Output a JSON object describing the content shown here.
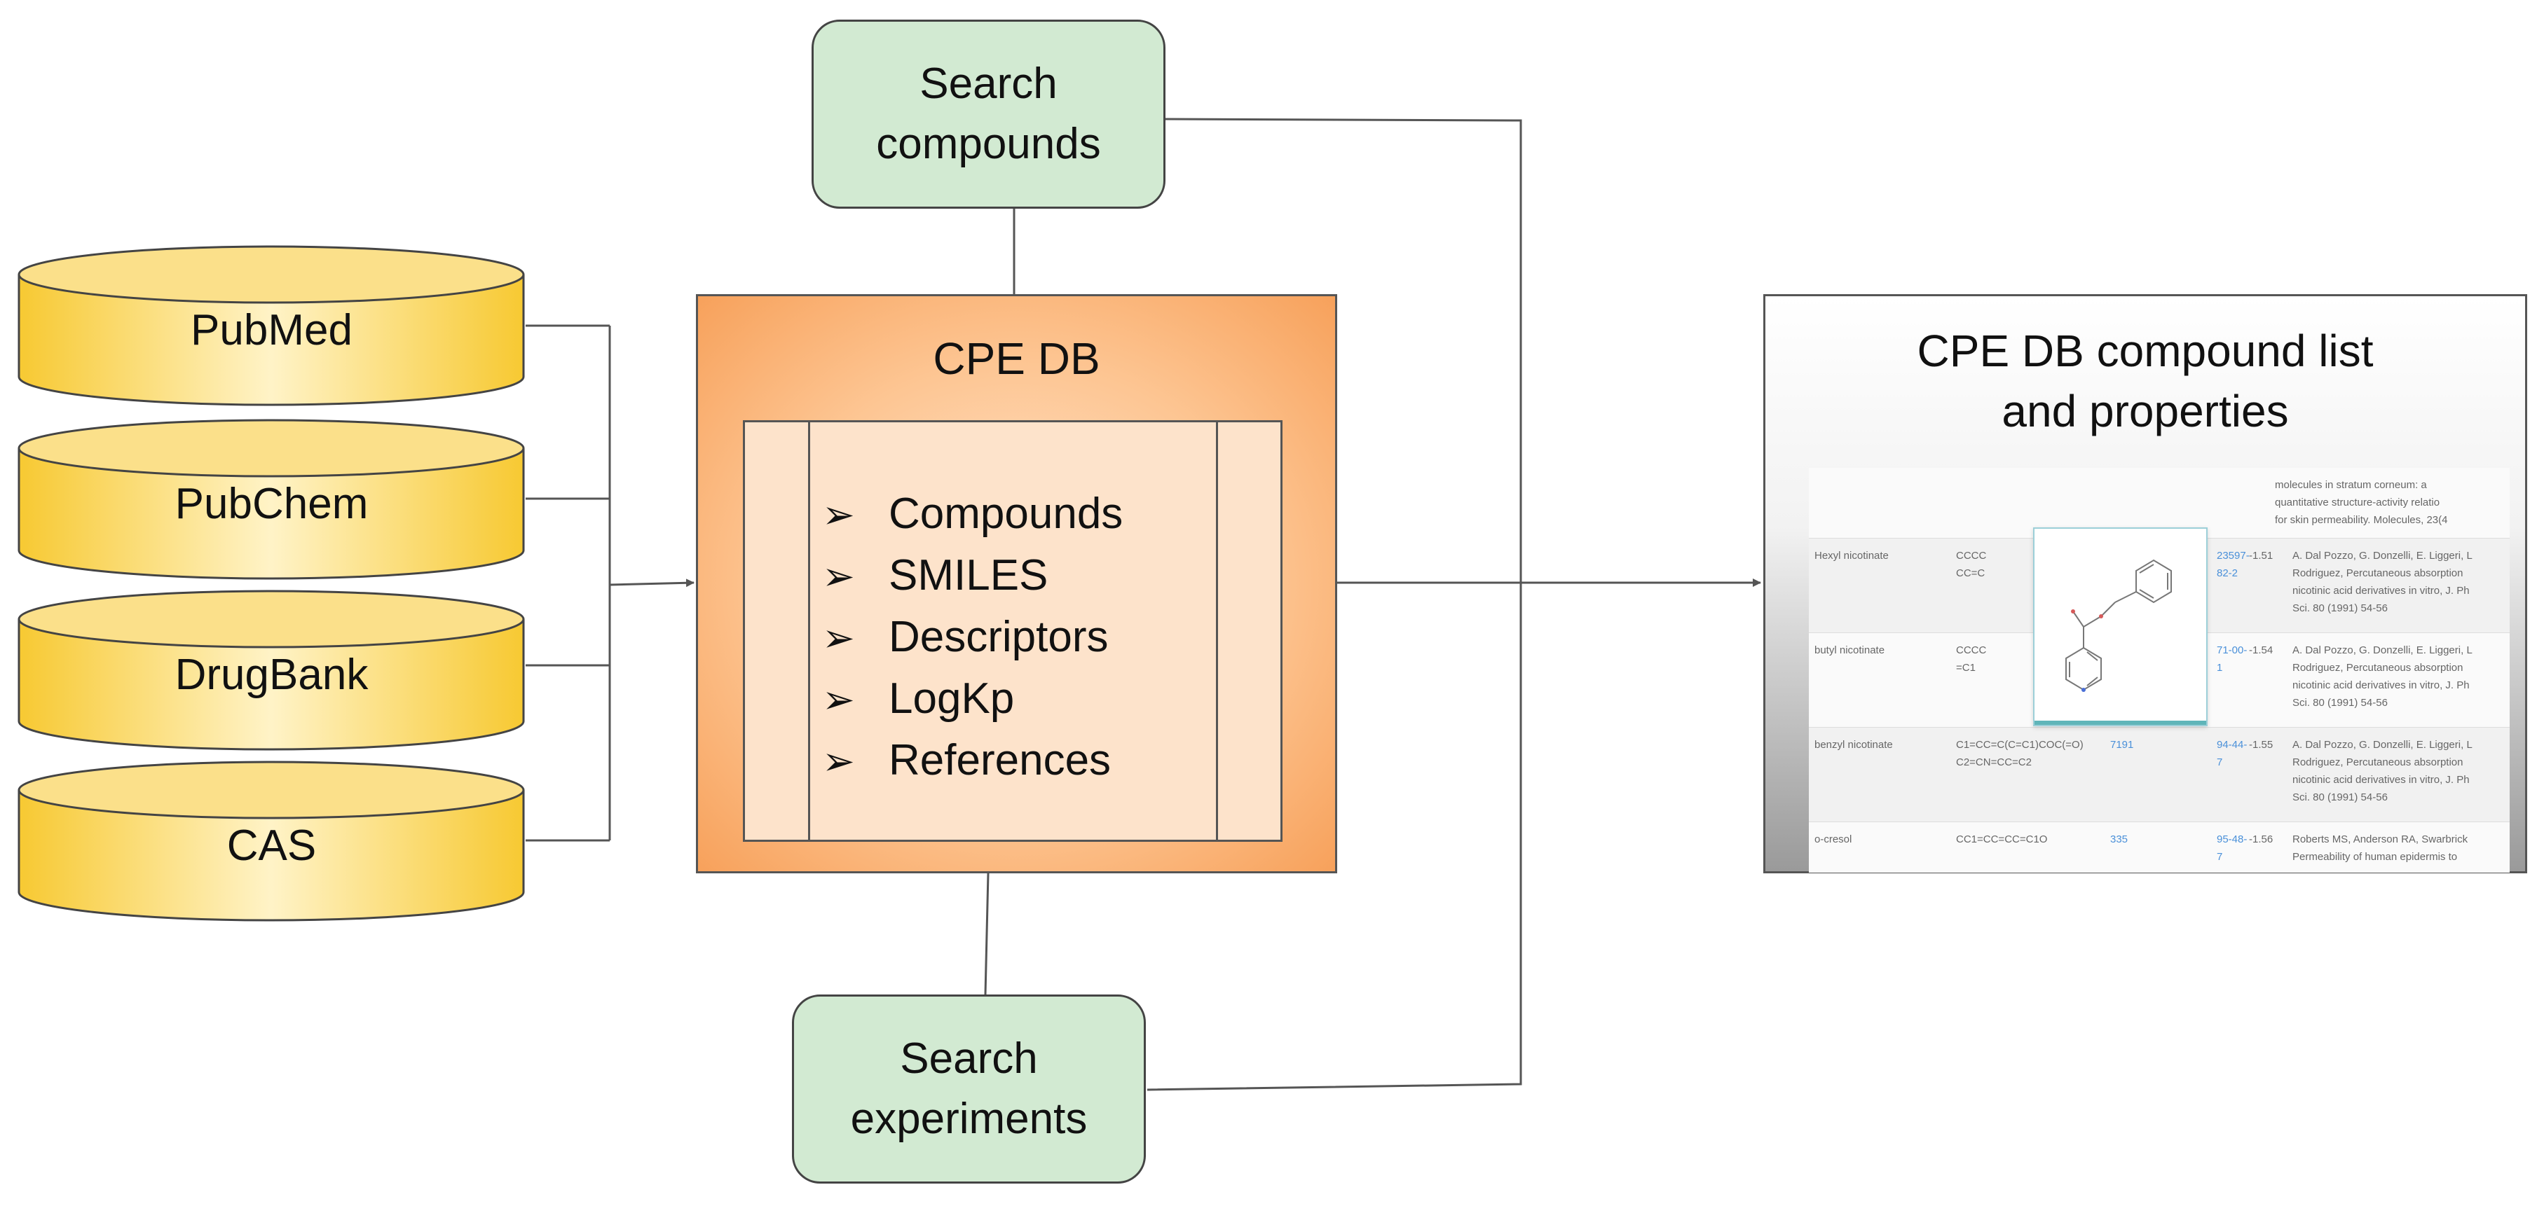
{
  "sources": [
    {
      "label": "PubMed"
    },
    {
      "label": "PubChem"
    },
    {
      "label": "DrugBank"
    },
    {
      "label": "CAS"
    }
  ],
  "search_compounds": {
    "line1": "Search",
    "line2": "compounds"
  },
  "search_experiments": {
    "line1": "Search",
    "line2": "experiments"
  },
  "cpe_db": {
    "title": "CPE DB",
    "items": [
      "Compounds",
      "SMILES",
      "Descriptors",
      "LogKp",
      "References"
    ],
    "bullet": "➢"
  },
  "result": {
    "title_line1": "CPE DB compound list",
    "title_line2": "and properties",
    "top_ref_lines": [
      "molecules in stratum corneum: a",
      "quantitative structure-activity relatio",
      "for skin permeability. Molecules, 23(4"
    ],
    "rows": [
      {
        "name": "Hexyl nicotinate",
        "smiles": [
          "CCCC",
          "CC=C"
        ],
        "cid": "",
        "cas": [
          "23597-",
          "82-2"
        ],
        "logkp": "-1.51",
        "ref": [
          "A. Dal Pozzo, G. Donzelli, E. Liggeri, L",
          "Rodriguez, Percutaneous absorption",
          "nicotinic acid derivatives in vitro, J. Ph",
          "Sci. 80 (1991) 54-56"
        ]
      },
      {
        "name": "butyl nicotinate",
        "smiles": [
          "CCCC",
          "=C1"
        ],
        "cid": "",
        "cas": [
          "71-00-",
          "1"
        ],
        "logkp": "-1.54",
        "ref": [
          "A. Dal Pozzo, G. Donzelli, E. Liggeri, L",
          "Rodriguez, Percutaneous absorption",
          "nicotinic acid derivatives in vitro, J. Ph",
          "Sci. 80 (1991) 54-56"
        ]
      },
      {
        "name": "benzyl nicotinate",
        "smiles": [
          "C1=CC=C(C=C1)COC(=O)",
          "C2=CN=CC=C2"
        ],
        "cid": "7191",
        "cas": [
          "94-44-",
          "7"
        ],
        "logkp": "-1.55",
        "ref": [
          "A. Dal Pozzo, G. Donzelli, E. Liggeri, L",
          "Rodriguez, Percutaneous absorption",
          "nicotinic acid derivatives in vitro, J. Ph",
          "Sci. 80 (1991) 54-56"
        ]
      },
      {
        "name": "o-cresol",
        "smiles": [
          "CC1=CC=CC=C1O"
        ],
        "cid": "335",
        "cas": [
          "95-48-",
          "7"
        ],
        "logkp": "-1.56",
        "ref": [
          "Roberts MS, Anderson RA, Swarbrick",
          "Permeability of human epidermis to"
        ]
      }
    ]
  }
}
